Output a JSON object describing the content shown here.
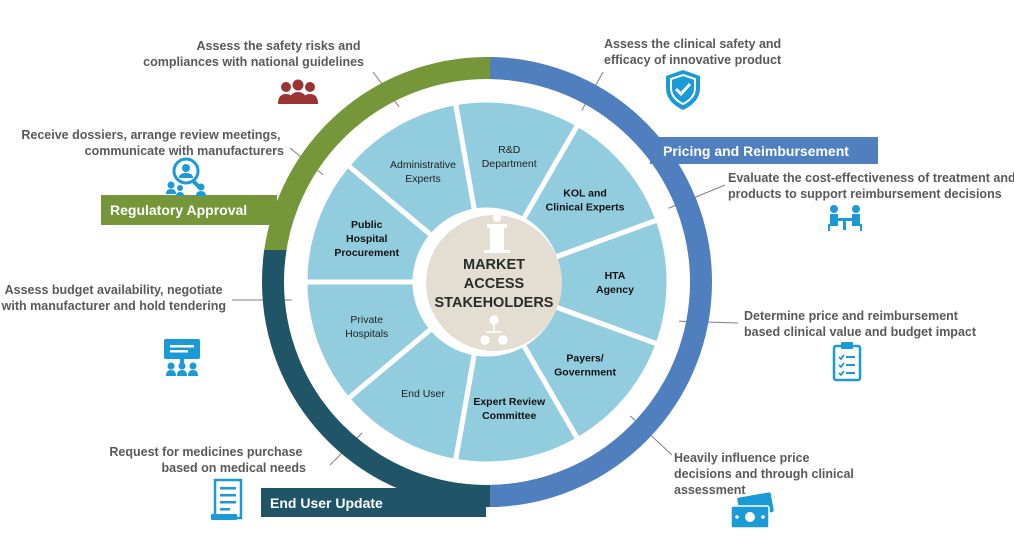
{
  "center": {
    "line1": "MARKET",
    "line2": "ACCESS",
    "line3": "STAKEHOLDERS"
  },
  "segments": [
    {
      "id": "rd",
      "lines": [
        "R&D",
        "Department"
      ],
      "bold": false
    },
    {
      "id": "kol",
      "lines": [
        "KOL and",
        "Clinical Experts"
      ],
      "bold": true
    },
    {
      "id": "hta",
      "lines": [
        "HTA",
        "Agency"
      ],
      "bold": true
    },
    {
      "id": "payers",
      "lines": [
        "Payers/",
        "Government"
      ],
      "bold": true
    },
    {
      "id": "erc",
      "lines": [
        "Expert Review",
        "Committee"
      ],
      "bold": true
    },
    {
      "id": "enduser",
      "lines": [
        "End User"
      ],
      "bold": false
    },
    {
      "id": "private",
      "lines": [
        "Private",
        "Hospitals"
      ],
      "bold": false
    },
    {
      "id": "public",
      "lines": [
        "Public",
        "Hospital",
        "Procurement"
      ],
      "bold": true
    },
    {
      "id": "admin",
      "lines": [
        "Administrative",
        "Experts"
      ],
      "bold": false
    }
  ],
  "banners": {
    "regulatory": "Regulatory Approval",
    "pricing": "Pricing and Reimbursement",
    "enduser": "End User Update"
  },
  "descriptions": {
    "rd": [
      "Assess the safety risks and",
      "compliances with national guidelines"
    ],
    "kol": [
      "Assess the clinical safety and",
      "efficacy of innovative product"
    ],
    "admin": [
      "Receive dossiers, arrange review meetings,",
      "communicate with manufacturers"
    ],
    "hta": [
      "Evaluate the cost-effectiveness of treatment and",
      "products to support reimbursement decisions"
    ],
    "public": [
      "Assess budget availability, negotiate",
      "with manufacturer and hold tendering"
    ],
    "payers": [
      "Determine price and reimbursement",
      "based clinical value and budget impact"
    ],
    "private": [
      "Request for medicines purchase",
      "based on medical needs"
    ],
    "erc": [
      "Heavily influence price",
      "decisions and through clinical",
      "assessment"
    ]
  },
  "colors": {
    "segment": "#92cddf",
    "segment_stroke": "#ffffff",
    "outer_disc": "#ffffff",
    "center_disc": "#e4ded2",
    "green": "#76963a",
    "blue": "#4f7fbf",
    "teal": "#1f5566",
    "icon_red": "#9b3535",
    "icon_blue": "#1a9ad6",
    "text": "#595959",
    "center_icon": "#ffffff"
  },
  "icons": {
    "rd": "people-group-icon",
    "kol": "shield-check-icon",
    "admin": "reviewer-search-icon",
    "hta": "meeting-table-icon",
    "public": "presentation-audience-icon",
    "payers": "clipboard-checklist-icon",
    "private": "receipt-icon",
    "erc": "money-bill-icon",
    "center": "podium-icon",
    "center2": "network-icon"
  }
}
